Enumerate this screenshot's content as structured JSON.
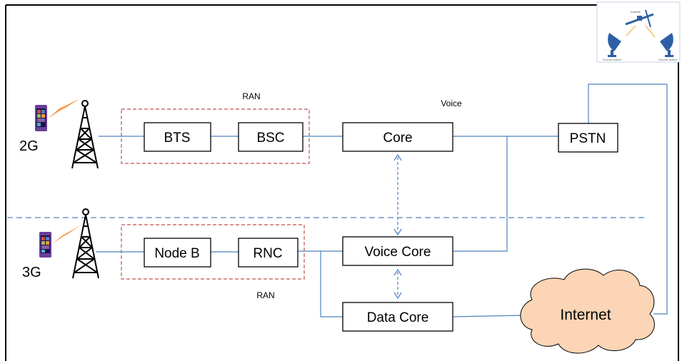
{
  "labels": {
    "gen_2g": "2G",
    "gen_3g": "3G",
    "ran_top": "RAN",
    "ran_bottom": "RAN",
    "voice": "Voice",
    "bts": "BTS",
    "bsc": "BSC",
    "core": "Core",
    "pstn": "PSTN",
    "node_b": "Node B",
    "rnc": "RNC",
    "voice_core": "Voice Core",
    "data_core": "Data Core",
    "internet": "Internet",
    "satellite": "Satellite",
    "ground_station_left": "Ground station",
    "ground_station_right": "Ground station"
  },
  "colors": {
    "line": "#4f81bd",
    "ran_border": "#c0504d",
    "box_border": "#000000",
    "cloud_fill": "#fbd5b5",
    "lightning": "#f79646",
    "dish": "#2e5fa6",
    "phone_body": "#6a3e9b"
  },
  "icons": [
    "mobile-phone-icon",
    "signal-bolt-icon",
    "cell-tower-icon",
    "satellite-icon",
    "satellite-dish-icon",
    "cloud-icon"
  ]
}
